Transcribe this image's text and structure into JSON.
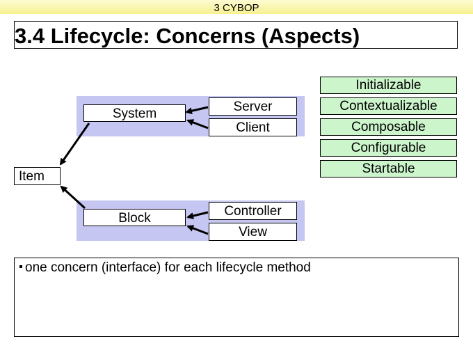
{
  "header": {
    "section": "3 CYBOP"
  },
  "title": "3.4 Lifecycle: Concerns (Aspects)",
  "diagram": {
    "item": "Item",
    "system": "System",
    "block": "Block",
    "server": "Server",
    "client": "Client",
    "controller": "Controller",
    "view": "View"
  },
  "concerns": [
    "Initializable",
    "Contextualizable",
    "Composable",
    "Configurable",
    "Startable"
  ],
  "notes": [
    "one concern (interface) for each lifecycle method"
  ],
  "colors": {
    "header_gradient_top": "#fdfbd2",
    "header_gradient_bottom": "#f7f190",
    "band": "#c6c6f2",
    "concern_fill": "#ccf5cc"
  }
}
